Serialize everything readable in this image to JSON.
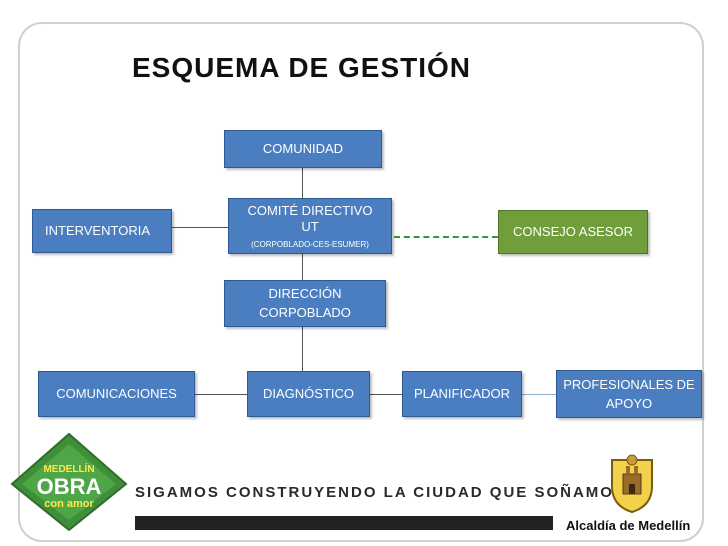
{
  "title": "ESQUEMA DE GESTIÓN",
  "boxes": {
    "comunidad": "COMUNIDAD",
    "comite_line1": "COMITÉ DIRECTIVO",
    "comite_line2": "UT",
    "comite_line3": "(CORPOBLADO-CES-ESUMER)",
    "interventoria": "INTERVENTORIA",
    "consejo_asesor": "CONSEJO ASESOR",
    "direccion_line1": "DIRECCIÓN",
    "direccion_line2": "CORPOBLADO",
    "comunicaciones": "COMUNICACIONES",
    "diagnostico": "DIAGNÓSTICO",
    "planificador": "PLANIFICADOR",
    "profesionales_line1": "PROFESIONALES DE",
    "profesionales_line2": "APOYO"
  },
  "logo": {
    "line1": "MEDELLÍN",
    "line2": "OBRA",
    "line3": "con amor"
  },
  "footer": {
    "slogan": "SIGAMOS CONSTRUYENDO LA CIUDAD QUE SOÑAMOS",
    "alcaldia": "Alcaldía de Medellín"
  },
  "colors": {
    "box_blue": "#4a7ec0",
    "box_green": "#6f9e3a",
    "dash_green": "#2f9c43",
    "logo_green": "#3f8f3a"
  }
}
